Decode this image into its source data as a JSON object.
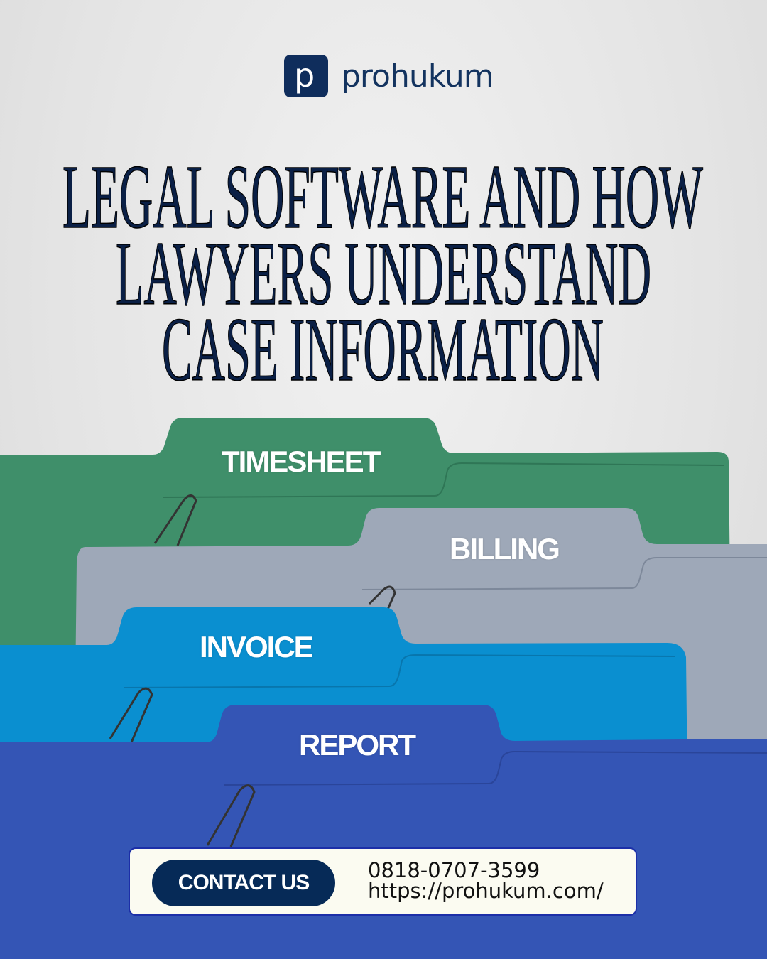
{
  "brand": {
    "name": "prohukum",
    "logo_letter": "p",
    "color": "#0f2d5c"
  },
  "title": {
    "lines": [
      "LEGAL SOFTWARE AND HOW",
      "LAWYERS UNDERSTAND",
      "CASE INFORMATION"
    ]
  },
  "folders": [
    {
      "label": "TIMESHEET",
      "color": "#3f8f6a"
    },
    {
      "label": "BILLING",
      "color": "#9ea8b8"
    },
    {
      "label": "INVOICE",
      "color": "#0a8fd0"
    },
    {
      "label": "REPORT",
      "color": "#3455b5"
    }
  ],
  "contact": {
    "button_label": "CONTACT US",
    "phone": "0818-0707-3599",
    "website": "https://prohukum.com/"
  }
}
